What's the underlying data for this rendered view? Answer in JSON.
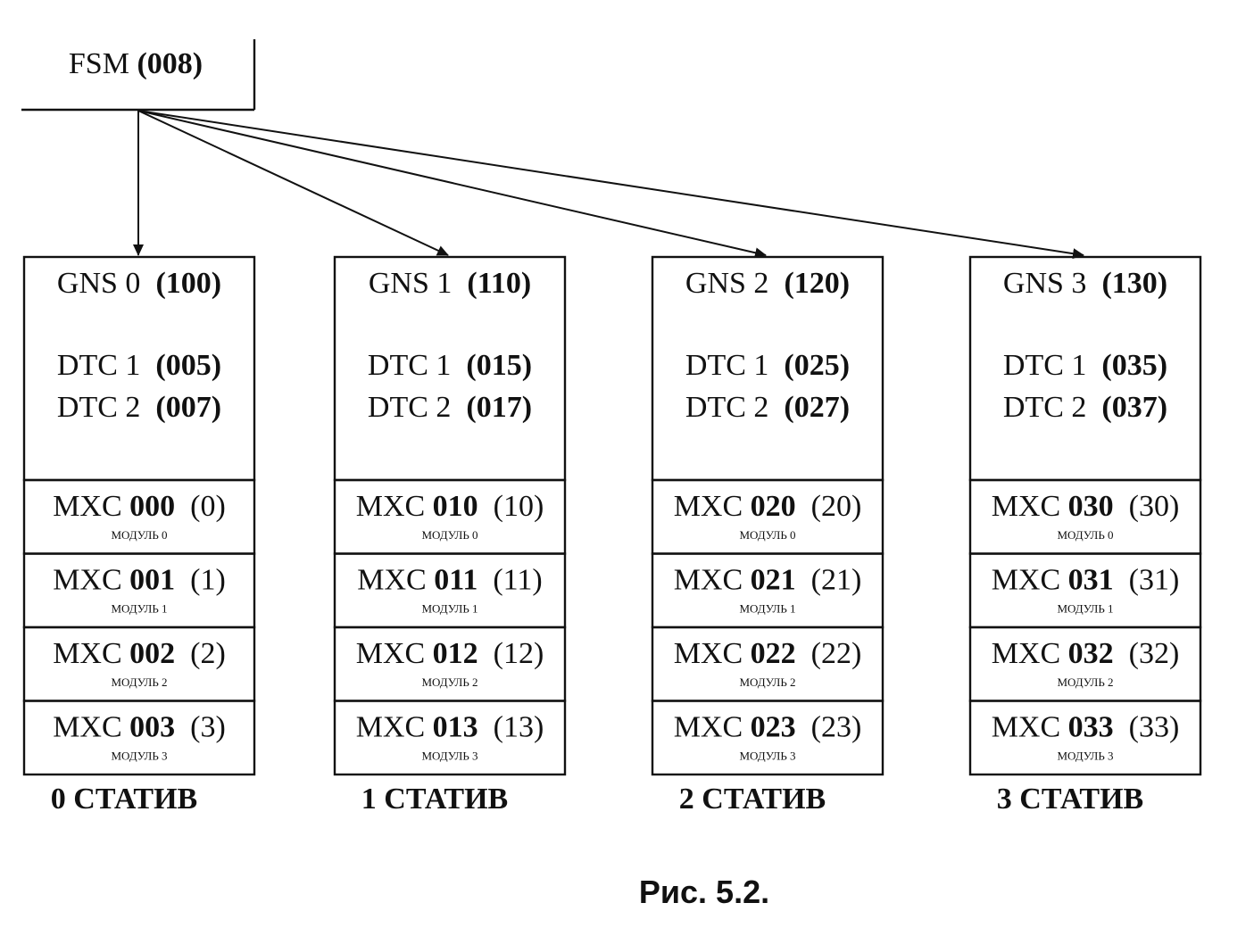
{
  "root": {
    "label": "FSM",
    "code": "(008)"
  },
  "racks": [
    {
      "gns": {
        "label": "GNS 0",
        "code": "(100)"
      },
      "dtc": [
        {
          "label": "DTC 1",
          "code": "(005)"
        },
        {
          "label": "DTC 2",
          "code": "(007)"
        }
      ],
      "mxc": [
        {
          "prefix": "MXC",
          "num": "000",
          "paren": "(0)",
          "module": "МОДУЛЬ 0"
        },
        {
          "prefix": "MXC",
          "num": "001",
          "paren": "(1)",
          "module": "МОДУЛЬ 1"
        },
        {
          "prefix": "MXC",
          "num": "002",
          "paren": "(2)",
          "module": "МОДУЛЬ 2"
        },
        {
          "prefix": "MXC",
          "num": "003",
          "paren": "(3)",
          "module": "МОДУЛЬ 3"
        }
      ],
      "label": "0 СТАТИВ"
    },
    {
      "gns": {
        "label": "GNS 1",
        "code": "(110)"
      },
      "dtc": [
        {
          "label": "DTC 1",
          "code": "(015)"
        },
        {
          "label": "DTC 2",
          "code": "(017)"
        }
      ],
      "mxc": [
        {
          "prefix": "MXC",
          "num": "010",
          "paren": "(10)",
          "module": "МОДУЛЬ 0"
        },
        {
          "prefix": "MXC",
          "num": "011",
          "paren": "(11)",
          "module": "МОДУЛЬ 1"
        },
        {
          "prefix": "MXC",
          "num": "012",
          "paren": "(12)",
          "module": "МОДУЛЬ 2"
        },
        {
          "prefix": "MXC",
          "num": "013",
          "paren": "(13)",
          "module": "МОДУЛЬ 3"
        }
      ],
      "label": "1 СТАТИВ"
    },
    {
      "gns": {
        "label": "GNS 2",
        "code": "(120)"
      },
      "dtc": [
        {
          "label": "DTC 1",
          "code": "(025)"
        },
        {
          "label": "DTC 2",
          "code": "(027)"
        }
      ],
      "mxc": [
        {
          "prefix": "MXC",
          "num": "020",
          "paren": "(20)",
          "module": "МОДУЛЬ 0"
        },
        {
          "prefix": "MXC",
          "num": "021",
          "paren": "(21)",
          "module": "МОДУЛЬ 1"
        },
        {
          "prefix": "MXC",
          "num": "022",
          "paren": "(22)",
          "module": "МОДУЛЬ 2"
        },
        {
          "prefix": "MXC",
          "num": "023",
          "paren": "(23)",
          "module": "МОДУЛЬ 3"
        }
      ],
      "label": "2 СТАТИВ"
    },
    {
      "gns": {
        "label": "GNS 3",
        "code": "(130)"
      },
      "dtc": [
        {
          "label": "DTC 1",
          "code": "(035)"
        },
        {
          "label": "DTC 2",
          "code": "(037)"
        }
      ],
      "mxc": [
        {
          "prefix": "MXC",
          "num": "030",
          "paren": "(30)",
          "module": "МОДУЛЬ 0"
        },
        {
          "prefix": "MXC",
          "num": "031",
          "paren": "(31)",
          "module": "МОДУЛЬ 1"
        },
        {
          "prefix": "MXC",
          "num": "032",
          "paren": "(32)",
          "module": "МОДУЛЬ 2"
        },
        {
          "prefix": "MXC",
          "num": "033",
          "paren": "(33)",
          "module": "МОДУЛЬ 3"
        }
      ],
      "label": "3 СТАТИВ"
    }
  ],
  "caption": "Рис. 5.2."
}
